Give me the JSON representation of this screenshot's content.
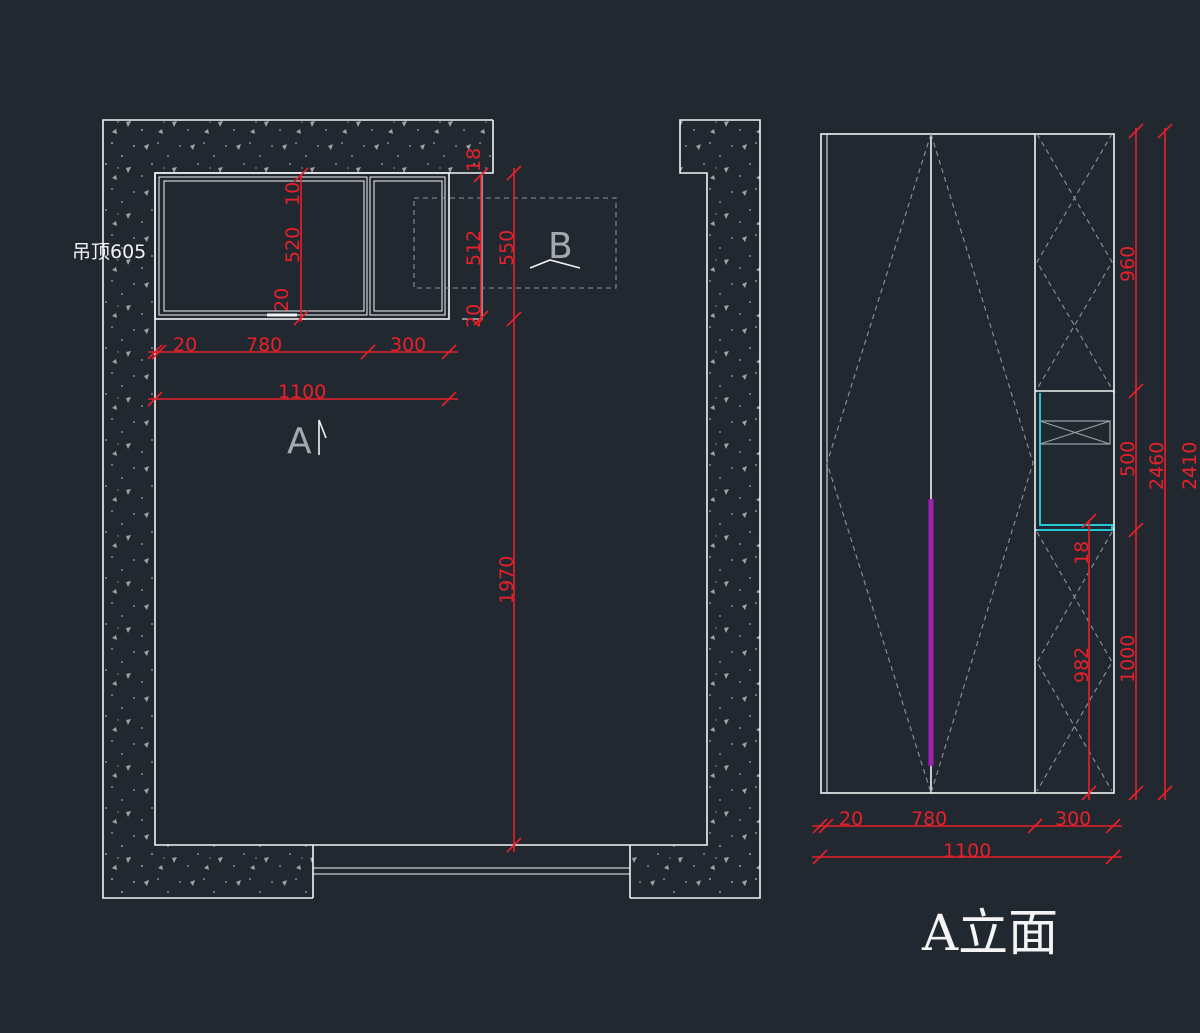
{
  "plan": {
    "ceiling_note": "吊顶605",
    "view_a_marker": "A",
    "view_b_marker": "B",
    "dims": {
      "d18": "18",
      "d10": "10",
      "d520": "520",
      "d20v": "20",
      "d512": "512",
      "d550": "550",
      "d20v2": "20",
      "d1970": "1970",
      "h20": "20",
      "h780": "780",
      "h300": "300",
      "h1100": "1100"
    }
  },
  "elevation": {
    "title": "A立面",
    "dims": {
      "v960": "960",
      "v500": "500",
      "v2460": "2460",
      "v2410": "2410",
      "v18": "18",
      "v982": "982",
      "v1000": "1000",
      "h20": "20",
      "h780": "780",
      "h300": "300",
      "h1100": "1100"
    }
  },
  "colors": {
    "background": "#212830",
    "dimension": "#e8202a",
    "line": "#f2f2f2",
    "hanging_rod": "#a020b0",
    "shelf_highlight": "#20c8d8"
  }
}
